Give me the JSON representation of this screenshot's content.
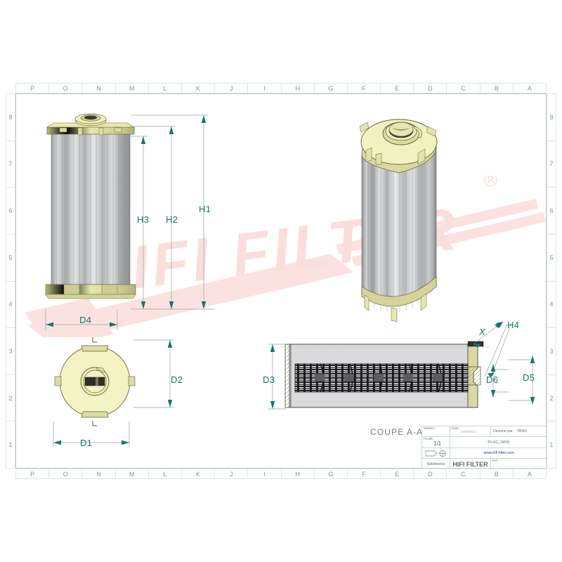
{
  "drawing": {
    "part_number": "PLHC_0895",
    "website": "www.hifi-filter.com",
    "brand": "HIFI FILTER",
    "section_label": "COUPE A-A",
    "registered_mark": "®",
    "watermark_text": "HIFI FILTER"
  },
  "frame": {
    "columns": [
      "P",
      "O",
      "N",
      "M",
      "L",
      "K",
      "J",
      "I",
      "H",
      "G",
      "F",
      "E",
      "D",
      "C",
      "B",
      "A"
    ],
    "rows": [
      "8",
      "7",
      "6",
      "5",
      "4",
      "3",
      "2",
      "1"
    ]
  },
  "dimensions": {
    "h1": "H1",
    "h2": "H2",
    "h3": "H3",
    "h4": "H4",
    "d1": "D1",
    "d2": "D2",
    "d3": "D3",
    "d4": "D4",
    "d5": "D5",
    "d6": "D6",
    "x": "X"
  },
  "title_block": {
    "material_label": "Matière :",
    "material_value": "",
    "date_label": "Date :",
    "date_value": "24/08/2021",
    "drawn_by_label": "Dessiné par :",
    "drawn_by_value": "TRHU",
    "sheet_label": "Feuille :",
    "sheet_value": "1/1",
    "projection_label": "",
    "software_label": "Solidworks",
    "company": "HIFI FILTER",
    "part_number": "PLHC_0895",
    "website": "www.hifi-filter.com",
    "ref_label": "Ref",
    "ref_value": ""
  },
  "colors": {
    "accent_dim": "#15756e",
    "brand_red": "#e8190f",
    "watermark_pink": "#fadedd",
    "cap_yellow": "#eeeeb4",
    "cap_olive": "#c9c98a",
    "pleat_grey": "#c2c4c6",
    "frame_grey": "#c9d6d2"
  }
}
